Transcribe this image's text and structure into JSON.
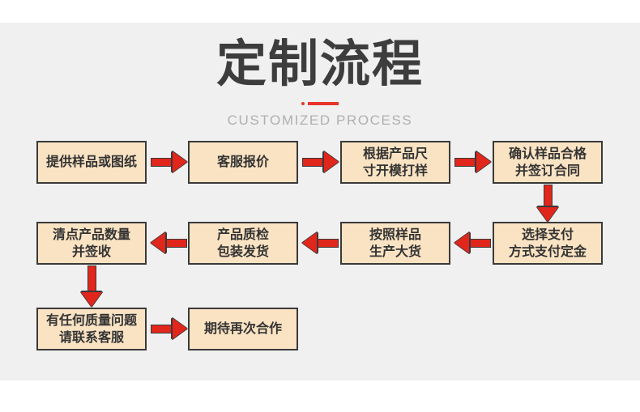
{
  "header": {
    "title": "定制流程",
    "subtitle": "CUSTOMIZED PROCESS",
    "accent_color": "#e8342a",
    "title_color": "#3d3d3d",
    "subtitle_color": "#b0b0b0"
  },
  "theme": {
    "background": "#f0f0f0",
    "page_background": "#ffffff",
    "node_fill": "#fae3c3",
    "node_border": "#3a3a3a",
    "node_text": "#333333",
    "arrow_fill": "#e1261c",
    "arrow_outline": "#3a3a3a"
  },
  "flow": {
    "nodes": [
      {
        "id": "n1",
        "step": 1,
        "label": "提供样品或图纸"
      },
      {
        "id": "n2",
        "step": 2,
        "label": "客服报价"
      },
      {
        "id": "n3",
        "step": 3,
        "label": "根据产品尺\n寸开模打样"
      },
      {
        "id": "n4",
        "step": 4,
        "label": "确认样品合格\n并签订合同"
      },
      {
        "id": "n5",
        "step": 5,
        "label": "选择支付\n方式支付定金"
      },
      {
        "id": "n6",
        "step": 6,
        "label": "按照样品\n生产大货"
      },
      {
        "id": "n7",
        "step": 7,
        "label": "产品质检\n包装发货"
      },
      {
        "id": "n8",
        "step": 8,
        "label": "清点产品数量\n并签收"
      },
      {
        "id": "n9",
        "step": 9,
        "label": "有任何质量问题\n请联系客服"
      },
      {
        "id": "n10",
        "step": 10,
        "label": "期待再次合作"
      }
    ],
    "connectors": [
      {
        "id": "c1",
        "from": "n1",
        "to": "n2",
        "direction": "right"
      },
      {
        "id": "c2",
        "from": "n2",
        "to": "n3",
        "direction": "right"
      },
      {
        "id": "c3",
        "from": "n3",
        "to": "n4",
        "direction": "right"
      },
      {
        "id": "c4",
        "from": "n4",
        "to": "n5",
        "direction": "down"
      },
      {
        "id": "c5",
        "from": "n5",
        "to": "n6",
        "direction": "left"
      },
      {
        "id": "c6",
        "from": "n6",
        "to": "n7",
        "direction": "left"
      },
      {
        "id": "c7",
        "from": "n7",
        "to": "n8",
        "direction": "left"
      },
      {
        "id": "c8",
        "from": "n8",
        "to": "n9",
        "direction": "down"
      },
      {
        "id": "c9",
        "from": "n9",
        "to": "n10",
        "direction": "right"
      }
    ]
  }
}
